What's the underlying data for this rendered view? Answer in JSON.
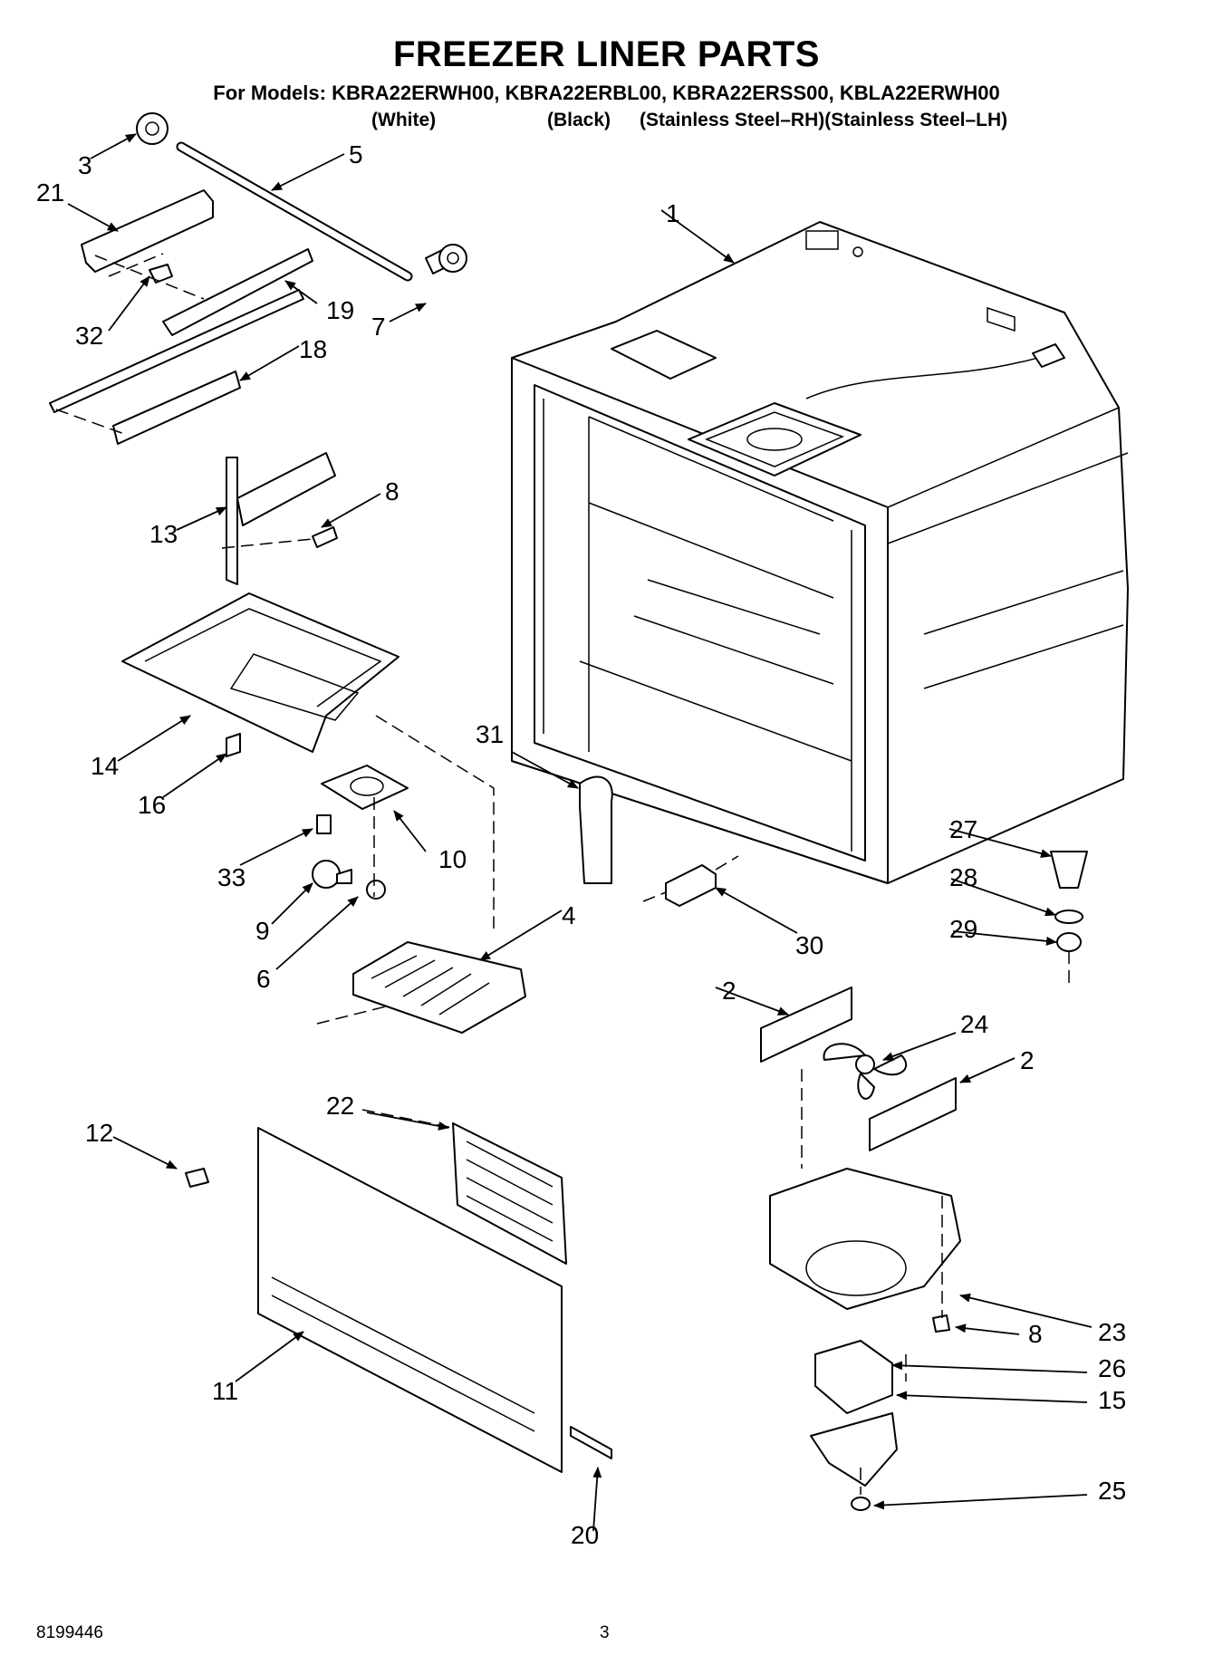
{
  "header": {
    "title": "FREEZER LINER PARTS",
    "models_line": "For Models: KBRA22ERWH00, KBRA22ERBL00, KBRA22ERSS00, KBLA22ERWH00",
    "variants": [
      "(White)",
      "(Black)",
      "(Stainless Steel–RH)(Stainless Steel–LH)"
    ]
  },
  "callouts": [
    "1",
    "2",
    "2",
    "3",
    "4",
    "5",
    "6",
    "7",
    "8",
    "8",
    "9",
    "10",
    "11",
    "12",
    "13",
    "14",
    "15",
    "16",
    "18",
    "19",
    "20",
    "21",
    "22",
    "23",
    "24",
    "25",
    "26",
    "27",
    "28",
    "29",
    "30",
    "31",
    "32",
    "33"
  ],
  "footer": {
    "doc_number": "8199446",
    "page_number": "3"
  }
}
